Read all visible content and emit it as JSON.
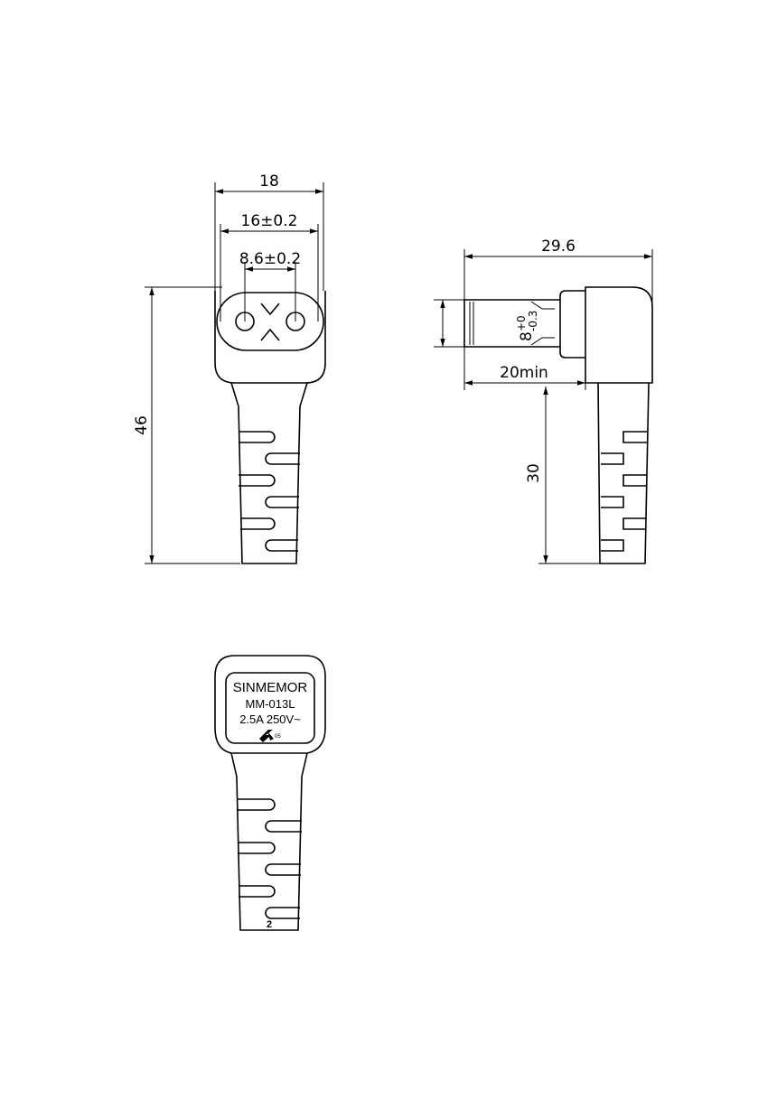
{
  "front_view": {
    "dim_width": "18",
    "dim_pin_outer": "16±0.2",
    "dim_pin_spacing": "8.6±0.2",
    "dim_height": "46"
  },
  "side_view": {
    "dim_length": "29.6",
    "dim_pin_base": "8",
    "dim_pin_tol_upper": "+0",
    "dim_pin_tol_lower": "-0.3",
    "dim_pin_length": "20min",
    "dim_cable_height": "30"
  },
  "label_view": {
    "brand": "SINMEMOR",
    "model": "MM-013L",
    "rating": "2.5A 250V~",
    "cert_code": "05",
    "page_number": "2"
  }
}
